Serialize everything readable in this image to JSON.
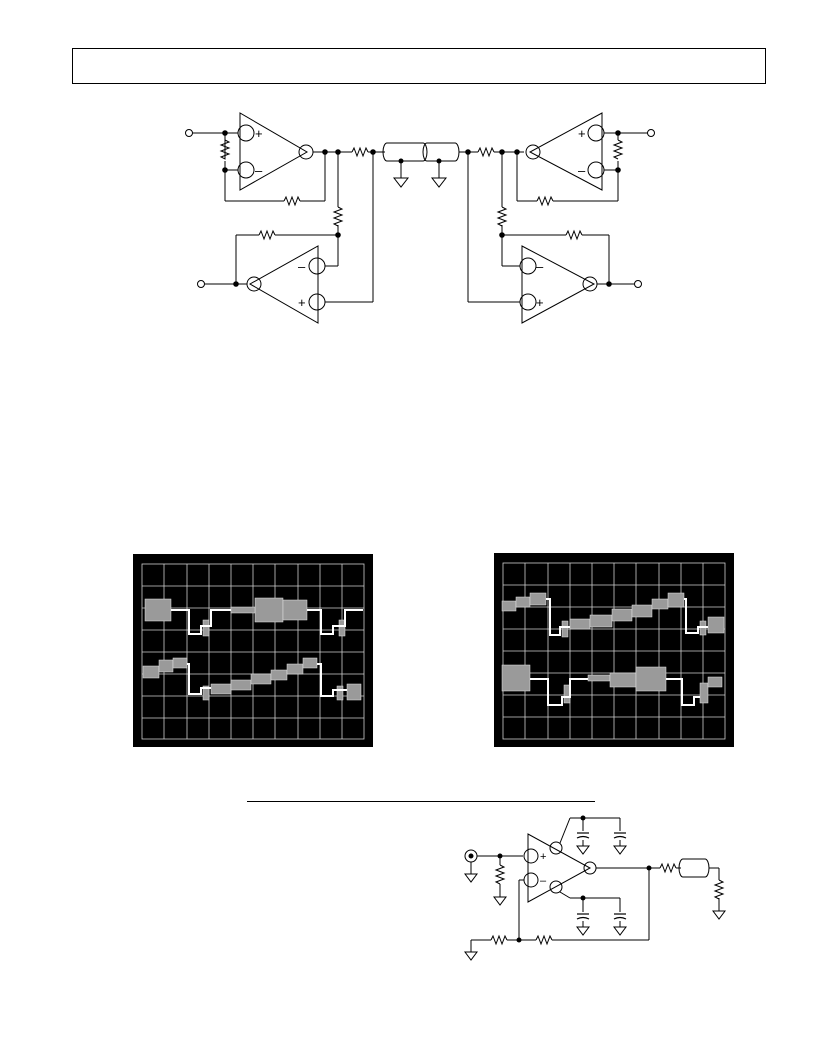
{
  "page": {
    "header_text": "",
    "figures": [
      {
        "id": "bidirectional-transmission-circuit",
        "labels": [
          "+",
          "–",
          "–",
          "+",
          "+",
          "–",
          "–",
          "+"
        ]
      },
      {
        "id": "scope-photo-left"
      },
      {
        "id": "scope-photo-right"
      },
      {
        "id": "single-supply-driver-circuit",
        "labels": [
          "+",
          "–"
        ]
      }
    ]
  },
  "colors": {
    "ink": "#000000",
    "scope_bg": "#000000",
    "grid": "#d8d8d8",
    "trace": "#ffffff"
  },
  "icons": [
    "ground-icon",
    "resistor-icon",
    "capacitor-icon",
    "coax-cable-icon",
    "op-amp-icon",
    "terminal-icon"
  ]
}
